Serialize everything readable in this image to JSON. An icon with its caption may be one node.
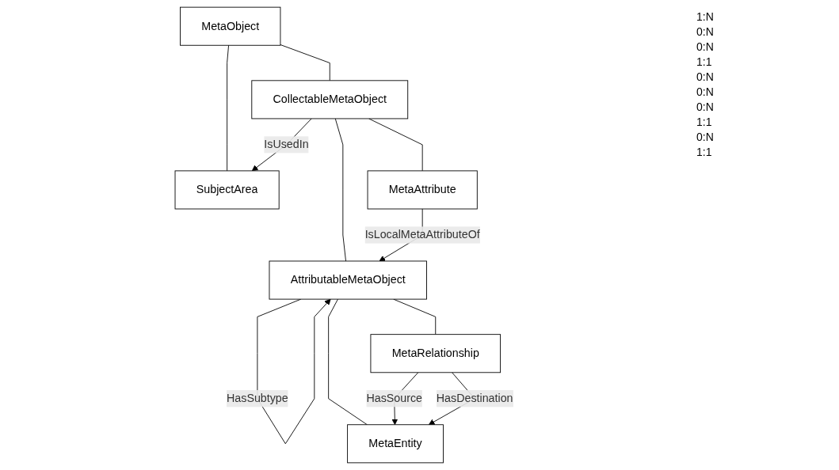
{
  "diagram": {
    "nodes": [
      {
        "text": [
          "MetaObject"
        ]
      },
      {
        "text": [
          "SubjectArea"
        ]
      },
      {
        "text": [
          "CollectableMetaObject"
        ]
      },
      {
        "text": [
          "AttributableMetaObject"
        ]
      },
      {
        "text": [
          "MetaAttribute"
        ]
      },
      {
        "text": [
          "MetaRelationship"
        ]
      },
      {
        "text": [
          "MetaEntity"
        ]
      }
    ],
    "edges": [
      {
        "from": 0,
        "to": 1,
        "arrow": "none"
      },
      {
        "from": 0,
        "to": 2,
        "arrow": "none"
      },
      {
        "from": 2,
        "to": 1,
        "arrow": "to",
        "label": "IsUsedIn"
      },
      {
        "from": 2,
        "to": 3,
        "arrow": "none"
      },
      {
        "from": 2,
        "to": 4,
        "arrow": "none"
      },
      {
        "from": 4,
        "to": 3,
        "arrow": "to",
        "label": "IsLocalMetaAttributeOf"
      },
      {
        "from": 3,
        "to": 3,
        "arrow": "to",
        "label": "HasSubtype"
      },
      {
        "from": 3,
        "to": 5,
        "arrow": "none"
      },
      {
        "from": 3,
        "to": 6,
        "arrow": "none"
      },
      {
        "from": 5,
        "to": 6,
        "arrow": "to",
        "label": "HasSource"
      },
      {
        "from": 5,
        "to": 6,
        "arrow": "to",
        "label": "HasDestination"
      }
    ],
    "labels": [
      "1:N",
      "0:N",
      "0:N",
      "1:1",
      "0:N",
      "0:N",
      "0:N",
      "1:1",
      "0:N",
      "1:1"
    ]
  }
}
